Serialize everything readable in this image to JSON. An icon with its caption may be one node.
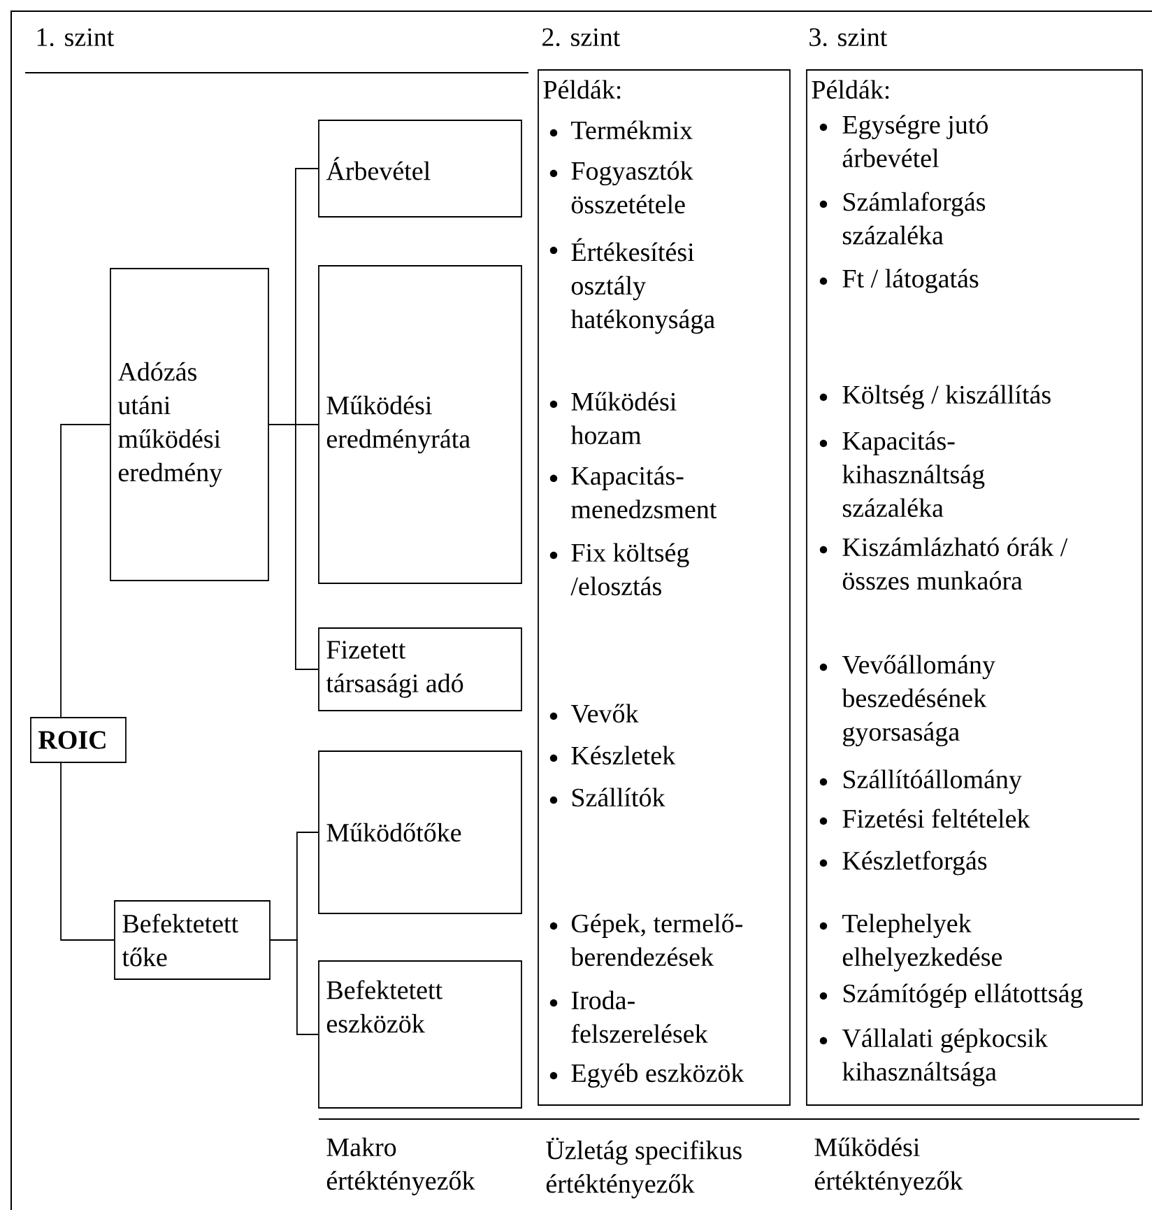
{
  "diagram": {
    "nodes": [
      {
        "text": [
          "ROIC"
        ]
      },
      {
        "text": [
          "Adózás utáni működési eredmény"
        ]
      },
      {
        "text": [
          "Befektetett tőke"
        ]
      },
      {
        "text": [
          "Árbevétel"
        ]
      },
      {
        "text": [
          "Működési eredményráta"
        ]
      },
      {
        "text": [
          "Fizetett társasági adó"
        ]
      },
      {
        "text": [
          "Működőtőke"
        ]
      },
      {
        "text": [
          "Befektetett eszközök"
        ]
      },
      {
        "text": [
          "Példák:",
          "Termékmix",
          "Fogyasztók összetétele",
          "Értékesítési osztály hatékonysága",
          "Működési hozam",
          "Kapacitás-menedzsment",
          "Fix költség /elosztás",
          "Vevők",
          "Készletek",
          "Szállítók",
          "Gépek, termelő-berendezések",
          "Iroda-felszerelések",
          "Egyéb eszközök"
        ]
      },
      {
        "text": [
          "Példák:",
          "Egységre jutó árbevétel",
          "Számlaforgás százaléka",
          "Ft / látogatás",
          "Költség / kiszállítás",
          "Kapacitás-kihasználtság százaléka",
          "Kiszámlázható órák / összes munkaóra",
          "Vevőállomány beszedésének gyorsasága",
          "Szállítóállomány",
          "Fizetési feltételek",
          "Készletforgás",
          "Telephelyek elhelyezkedése",
          "Számítógép ellátottság",
          "Vállalati gépkocsik kihasználtsága"
        ]
      }
    ],
    "edges": [
      {
        "from": 0,
        "to": 1,
        "arrow": "none"
      },
      {
        "from": 0,
        "to": 2,
        "arrow": "none"
      },
      {
        "from": 1,
        "to": 3,
        "arrow": "none"
      },
      {
        "from": 1,
        "to": 4,
        "arrow": "none"
      },
      {
        "from": 1,
        "to": 5,
        "arrow": "none"
      },
      {
        "from": 2,
        "to": 6,
        "arrow": "none"
      },
      {
        "from": 2,
        "to": 7,
        "arrow": "none"
      }
    ],
    "labels": [
      "1. szint",
      "2. szint",
      "3. szint",
      "Makro értéktényezők",
      "Üzletág specifikus értéktényezők",
      "Működési értéktényezők"
    ]
  }
}
